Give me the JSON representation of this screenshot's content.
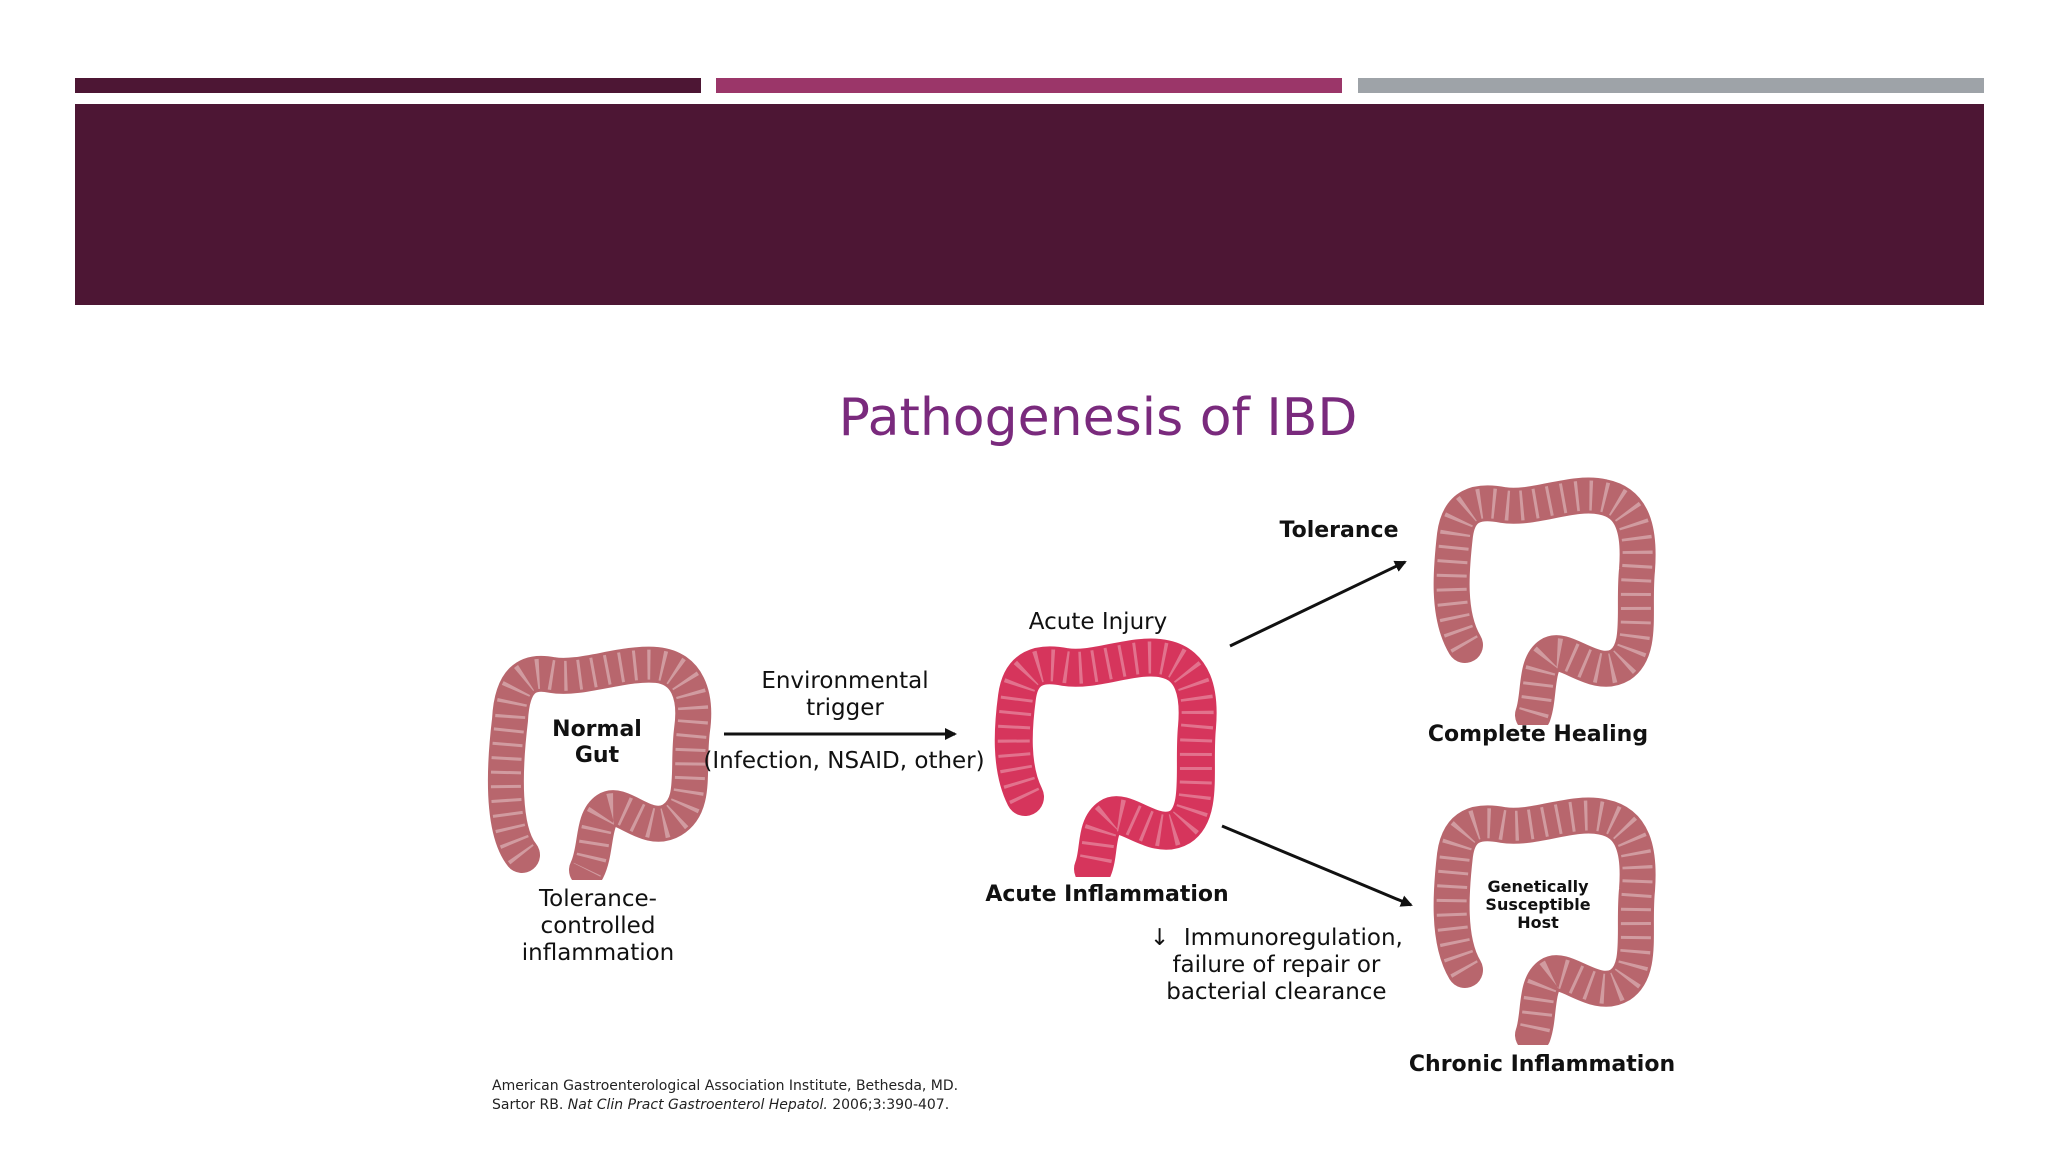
{
  "colors": {
    "bar1": "#4d1634",
    "bar2": "#9b3669",
    "bar3": "#9ea3a8",
    "banner": "#4d1634",
    "title": "#7a2a7d",
    "colon_normal": "#b8666d",
    "colon_acute": "#d6355c"
  },
  "figure": {
    "title": "Pathogenesis of IBD",
    "normal_gut": {
      "label": "Normal\nGut",
      "caption": "Tolerance-\ncontrolled\ninflammation"
    },
    "trigger": {
      "label": "Environmental\ntrigger",
      "detail": "(Infection, NSAID, other)"
    },
    "acute": {
      "top_label": "Acute Injury",
      "caption": "Acute Inflammation"
    },
    "tolerance": {
      "label": "Tolerance",
      "caption": "Complete Healing"
    },
    "chronic": {
      "host_label": "Genetically\nSusceptible\nHost",
      "factors": "↓  Immunoregulation,\nfailure of repair or\nbacterial clearance",
      "caption": "Chronic Inflammation"
    },
    "citation": {
      "line1": "American Gastroenterological Association Institute, Bethesda, MD.",
      "line2_author": "Sartor RB. ",
      "line2_journal": "Nat Clin Pract Gastroenterol Hepatol.",
      "line2_rest": " 2006;3:390-407."
    }
  }
}
